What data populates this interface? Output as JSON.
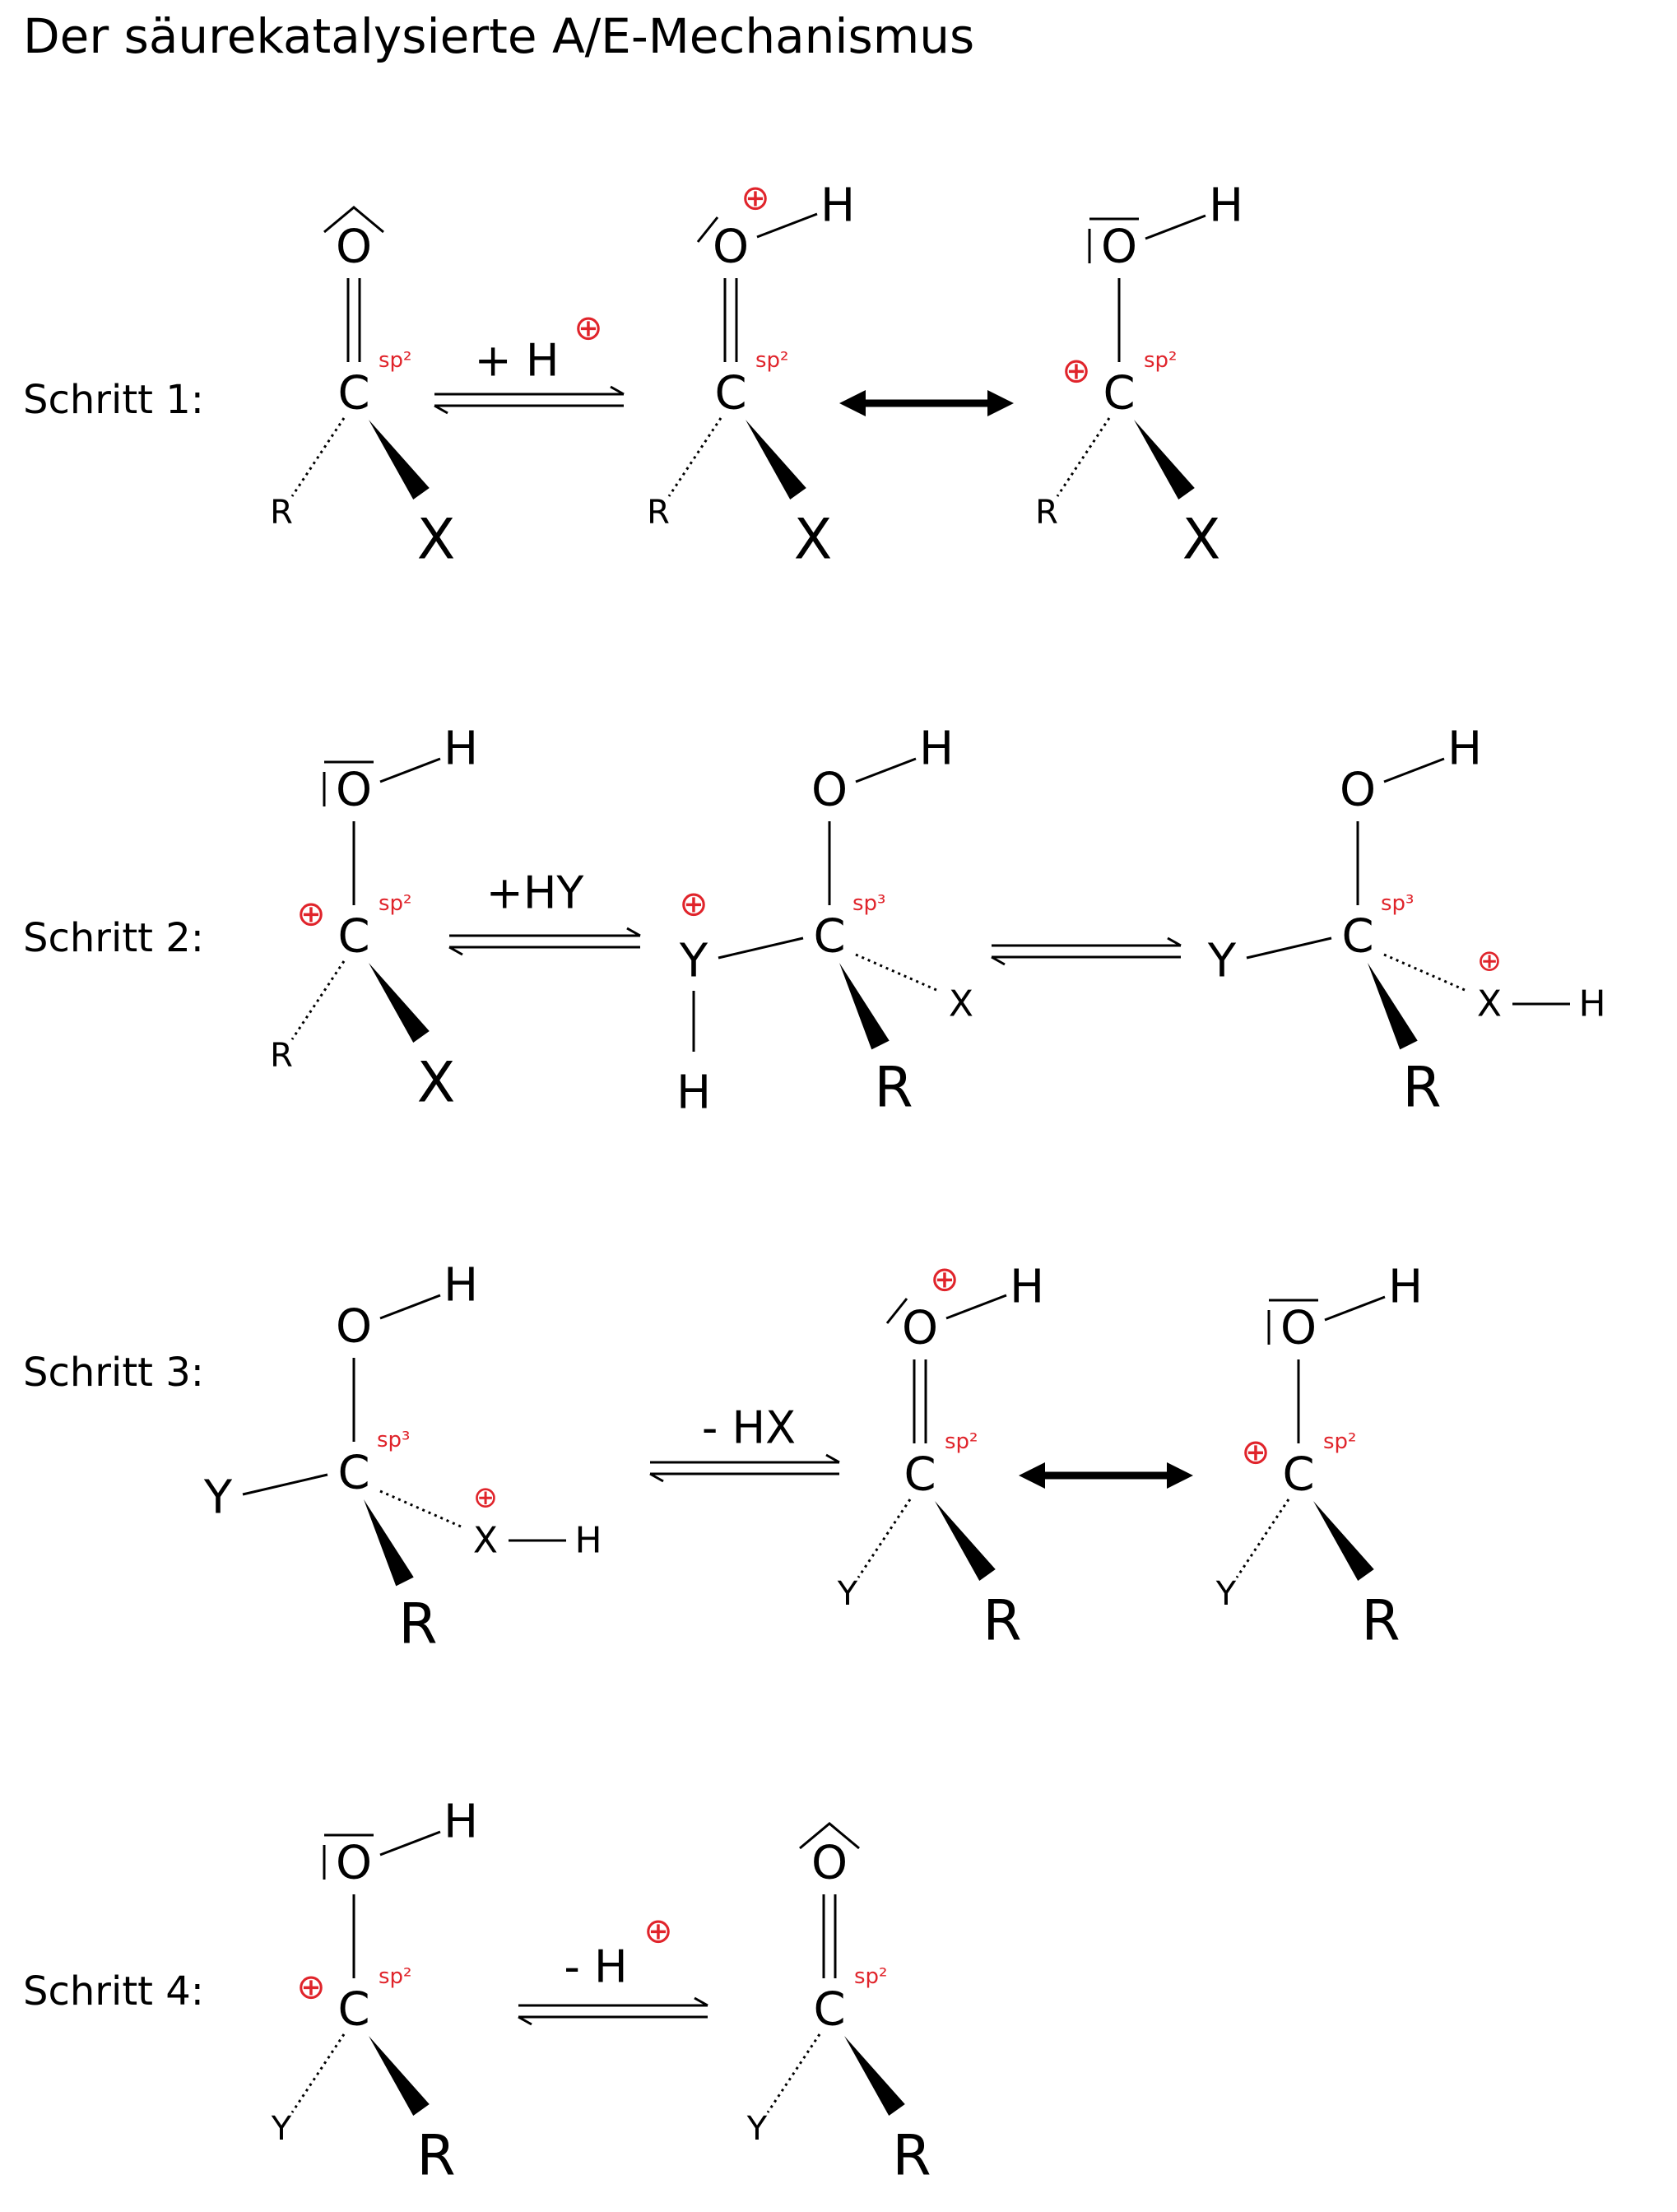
{
  "title": "Der säurekatalysierte A/E-Mechanismus",
  "colors": {
    "text": "#000000",
    "charge": "#e0242b",
    "hybrid": "#e0242b"
  },
  "charge_symbol": "⊕",
  "atoms": {
    "O": "O",
    "C": "C",
    "H": "H",
    "R": "R",
    "X": "X",
    "Y": "Y"
  },
  "hybrid": {
    "sp2": "sp²",
    "sp3": "sp³"
  },
  "steps": [
    {
      "label": "Schritt 1:",
      "reagent_text": "+ H",
      "reagent_charge": true
    },
    {
      "label": "Schritt 2:",
      "reagent_text": "+HY",
      "reagent_charge": false
    },
    {
      "label": "Schritt 3:",
      "reagent_text": "- HX",
      "reagent_charge": false
    },
    {
      "label": "Schritt 4:",
      "reagent_text": "- H",
      "reagent_charge": true
    }
  ]
}
